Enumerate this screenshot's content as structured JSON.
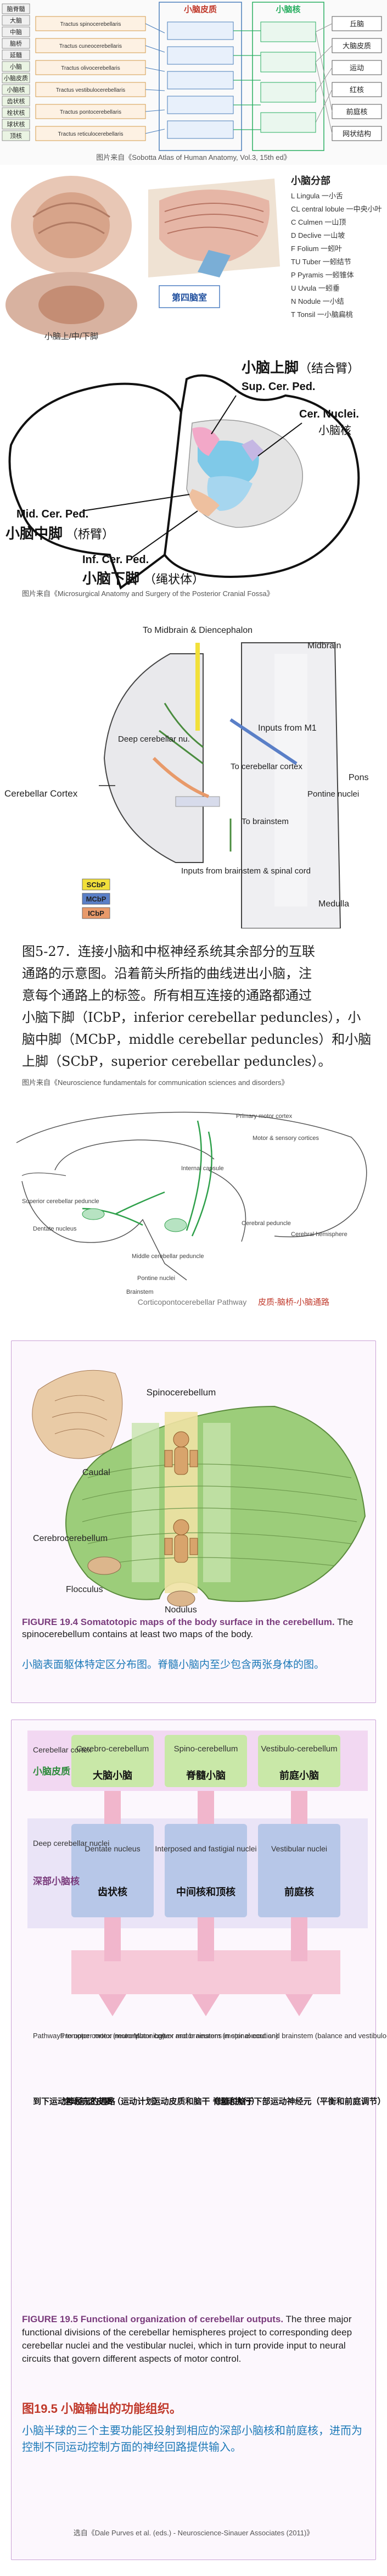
{
  "fig1": {
    "tree_labels": [
      "脑脊髓",
      "大脑",
      "中脑",
      "脑桥",
      "延髓",
      "小脑",
      "小脑皮质",
      "小脑核",
      "齿状核",
      "栓状核",
      "球状核",
      "顶核"
    ],
    "center_title": "小脑皮质",
    "center_sub": "小脑核",
    "right_boxes": [
      "丘脑",
      "大脑皮质",
      "运动",
      "红核",
      "前庭核",
      "网状结构"
    ],
    "left_boxes": [
      "Tractus spinocerebellaris",
      "Tractus cuneocerebellaris",
      "Tractus olivocerebellaris",
      "Tractus vestibulocerebellaris",
      "Tractus pontocerebellaris",
      "Tractus reticulocerebellaris"
    ],
    "source": "图片来自《Sobotta Atlas of Human Anatomy, Vol.3, 15th ed》"
  },
  "fig2": {
    "heading": "小脑分部",
    "list": [
      "L Lingula 一小舌",
      "CL central lobule 一中央小叶",
      "C Culmen 一山顶",
      "D Declive 一山坡",
      "F Folium 一蚓叶",
      "TU Tuber 一蚓结节",
      "P Pyramis 一蚓锥体",
      "U Uvula 一蚓垂",
      "N Nodule 一小结",
      "T Tonsil 一小脑扁桃"
    ],
    "left_caption": "小脑上/中/下脚",
    "badge": "第四脑室"
  },
  "fig3": {
    "sup_cn": "小脑上脚",
    "sup_cn2": "（结合臂）",
    "sup_en": "Sup. Cer. Ped.",
    "nuclei_en": "Cer. Nuclei.",
    "nuclei_cn": "小脑核",
    "mid_en": "Mid. Cer. Ped.",
    "mid_cn": "小脑中脚",
    "mid_cn2": "（桥臂）",
    "inf_en": "Inf. Cer. Ped.",
    "inf_cn": "小脑下脚",
    "inf_cn2": "（绳状体）",
    "source": "图片来自《Microsurgical Anatomy and Surgery of the Posterior Cranial Fossa》"
  },
  "fig4": {
    "midbrain_dienc": "To Midbrain & Diencephalon",
    "midbrain": "Midbrain",
    "inputs_m1": "Inputs from M1",
    "deep_nu": "Deep cerebellar nu.",
    "to_cortex": "To cerebellar cortex",
    "pons": "Pons",
    "pontine": "Pontine nuclei",
    "cortex": "Cerebellar Cortex",
    "to_brainstem": "To brainstem",
    "inputs_bs": "Inputs from brainstem & spinal cord",
    "medulla": "Medulla",
    "legend": [
      "SCbP",
      "MCbP",
      "ICbP"
    ],
    "legend_colors": [
      "#f2e03a",
      "#5a7fc7",
      "#e89a6a"
    ],
    "caption_lines": [
      "图5-27．连接小脑和中枢神经系统其余部分的互联",
      "通路的示意图。沿着箭头所指的曲线进出小脑，注",
      "意每个通路上的标签。所有相互连接的通路都通过",
      "小脑下脚（ICbP，inferior cerebellar peduncles），小",
      "脑中脚（MCbP，middle cerebellar peduncles）和小脑",
      "上脚（SCbP，superior cerebellar peduncles）。"
    ],
    "source": "图片来自《Neuroscience fundamentals for communication sciences and disorders》"
  },
  "fig5": {
    "labels": [
      "Primary motor cortex",
      "Motor & sensory cortices",
      "Internal capsule",
      "Superior cerebellar peduncle",
      "Dentate nucleus",
      "Cerebral peduncle",
      "Middle cerebellar peduncle",
      "Pontine nuclei",
      "Cerebral hemisphere",
      "Brainstem"
    ],
    "footer": "皮质-脑桥-小脑通路",
    "footer_pre": "Corticopontocerebellar Pathway"
  },
  "fig6": {
    "spino": "Spinocerebellum",
    "caudal": "Caudal",
    "cerebro": "Cerebrocerebellum",
    "flocculus": "Flocculus",
    "nodulus": "Nodulus",
    "title": "FIGURE 19.4",
    "title_rest": "Somatotopic maps of the body surface in the cerebellum.",
    "desc": "The spinocerebellum contains at least two maps of the body.",
    "cn": "小脑表面躯体特定区分布图。脊髓小脑内至少包含两张身体的图。"
  },
  "fig7": {
    "row1_left_en": "Cerebellar cortex",
    "row1_left_cn": "小脑皮质",
    "col_heads_en": [
      "Cerebro-cerebellum",
      "Spino-cerebellum",
      "Vestibulo-cerebellum"
    ],
    "col_heads_cn": [
      "大脑小脑",
      "脊髓小脑",
      "前庭小脑"
    ],
    "row2_left_en": "Deep cerebellar nuclei",
    "row2_left_cn": "深部小脑核",
    "nuc_en": [
      "Dentate nucleus",
      "Interposed and fastigial nuclei",
      "Vestibular nuclei"
    ],
    "nuc_cn": [
      "齿状核",
      "中间核和顶核",
      "前庭核"
    ],
    "row3_left_en": "Pathways to upper motor neurons",
    "row3_left_cn": "到下运动神经元的通路",
    "out_en": [
      "Premotor cortex (motor planning)",
      "Motor cortex and brainstem (motor execution)",
      "Lower motor neurons in spinal cord and brainstem (balance and vestibulo-ocular regulation)"
    ],
    "out_cn": [
      "运动前区皮质（运动计划）",
      "运动皮质和脑干（运动执行）",
      "脊髓和脑干下部运动神经元（平衡和前庭调节）"
    ],
    "fig_title": "FIGURE 19.5",
    "fig_title_rest": "Functional organization of cerebellar outputs.",
    "fig_desc": "The three major functional divisions of the cerebellar hemispheres project to corresponding deep cerebellar nuclei and the vestibular nuclei, which in turn provide input to neural circuits that govern different aspects of motor control.",
    "cn_title": "图19.5 小脑输出的功能组织。",
    "cn_desc": "小脑半球的三个主要功能区投射到相应的深部小脑核和前庭核，进而为控制不同运动控制方面的神经回路提供输入。",
    "source": "选自《Dale Purves et al. (eds.) - Neuroscience-Sinauer Associates (2011)》"
  }
}
